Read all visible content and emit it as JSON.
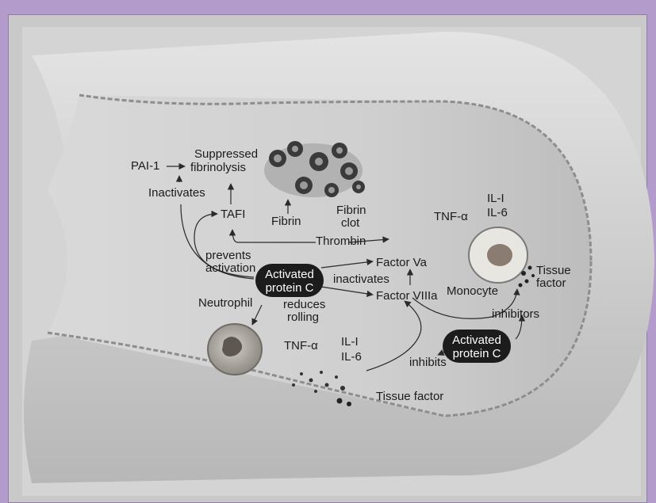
{
  "labels": {
    "pai1": "PAI-1",
    "suppressed_line1": "Suppressed",
    "suppressed_line2": "fibrinolysis",
    "inactivates_top": "Inactivates",
    "tafi": "TAFI",
    "fibrin": "Fibrin",
    "fibrin_clot_line1": "Fibrin",
    "fibrin_clot_line2": "clot",
    "thrombin": "Thrombin",
    "prevents_line1": "prevents",
    "prevents_line2": "activation",
    "factor_va": "Factor Va",
    "inactivates_mid": "inactivates",
    "factor_viiia": "Factor VIIIa",
    "neutrophil": "Neutrophil",
    "reduces_line1": "reduces",
    "reduces_line2": "rolling",
    "tnf_right": "TNF-α",
    "il1_right": "IL-I",
    "il6_right": "IL-6",
    "monocyte": "Monocyte",
    "tissue_factor_right_line1": "Tissue",
    "tissue_factor_right_line2": "factor",
    "inhibitors": "inhibitors",
    "tnf_bottom": "TNF-α",
    "il1_bottom": "IL-I",
    "il6_bottom": "IL-6",
    "inhibits": "inhibits",
    "tissue_factor_bottom": "Tissue factor",
    "apc_center_line1": "Activated",
    "apc_center_line2": "protein C",
    "apc_right_line1": "Activated",
    "apc_right_line2": "protein C"
  }
}
